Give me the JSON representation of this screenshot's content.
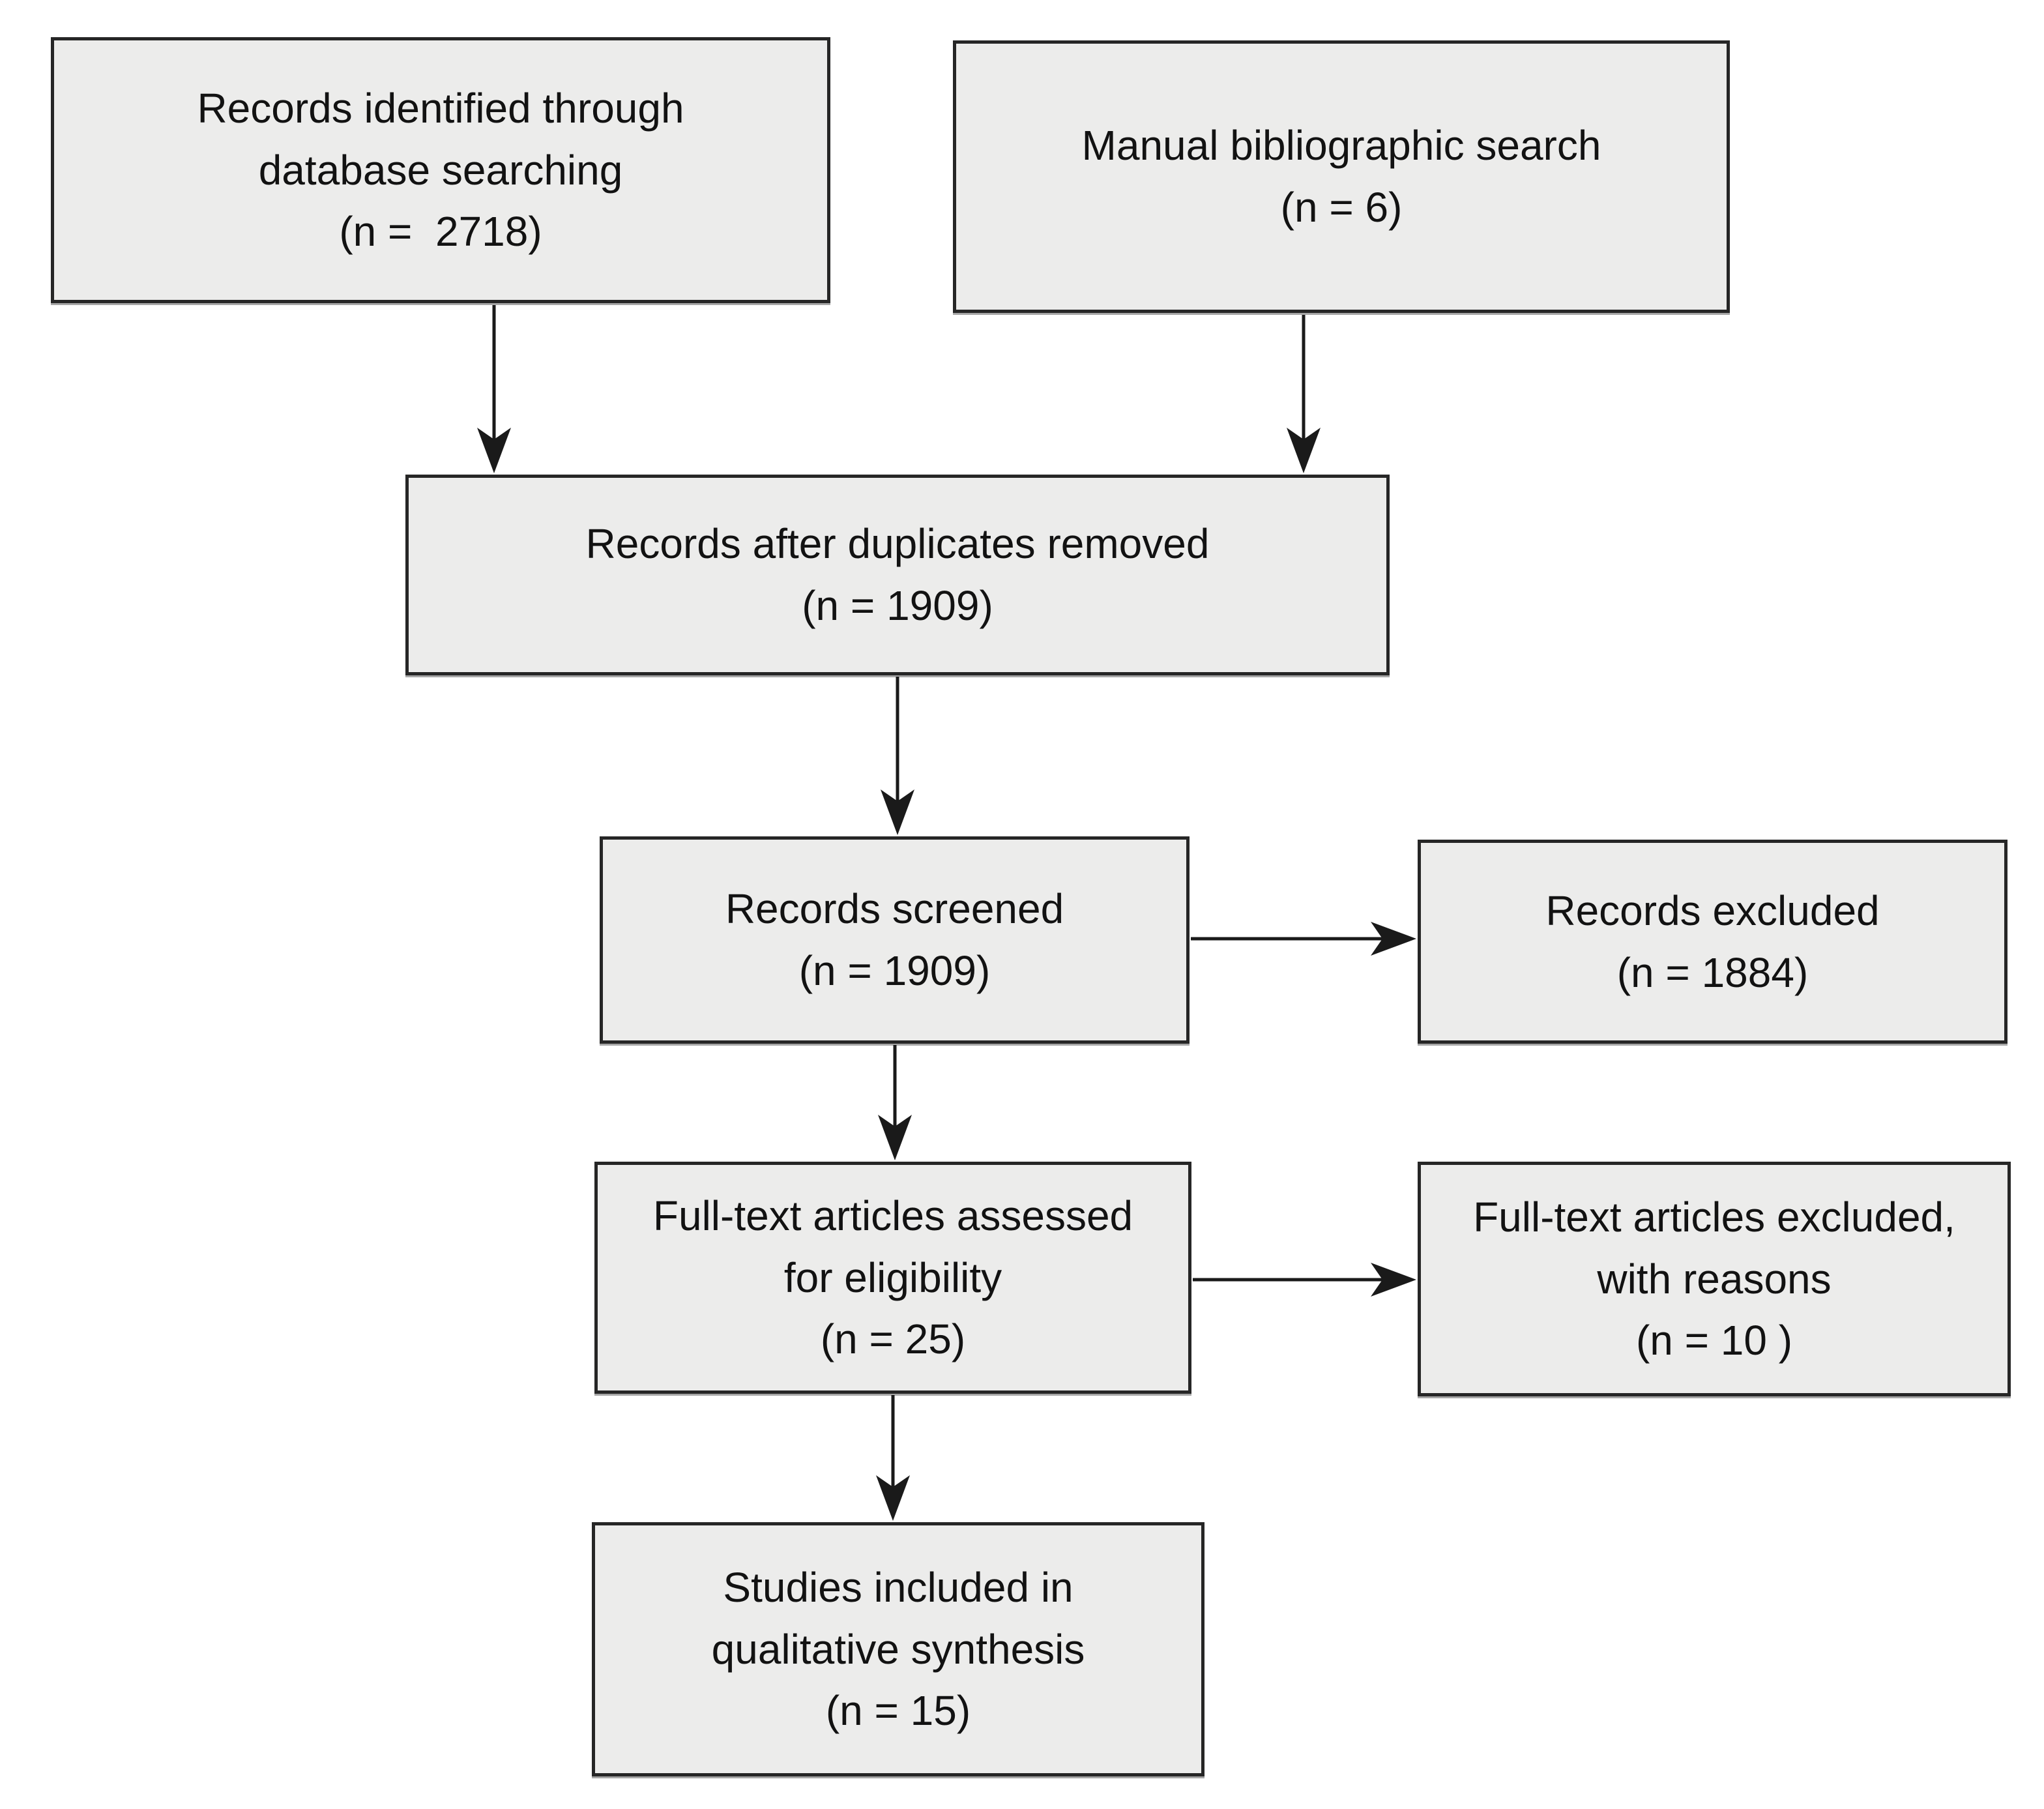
{
  "colors": {
    "background": "#ffffff",
    "box_fill": "#ececeb",
    "box_border": "#262626",
    "arrow": "#1a1a1a",
    "text": "#121212"
  },
  "diagram": {
    "kind": "PRISMA-style study selection flowchart",
    "boxes": {
      "identified": {
        "lines": [
          "Records identified through",
          "database searching",
          "(n =  2718)"
        ]
      },
      "manual": {
        "lines": [
          "Manual bibliographic search",
          "(n = 6)",
          ""
        ]
      },
      "deduplicated": {
        "lines": [
          "Records after duplicates removed",
          "(n = 1909)",
          ""
        ]
      },
      "screened": {
        "lines": [
          "Records screened",
          "(n = 1909)",
          ""
        ]
      },
      "excluded": {
        "lines": [
          "Records excluded",
          "(n = 1884)",
          ""
        ]
      },
      "fulltext": {
        "lines": [
          "Full-text articles assessed",
          "for eligibility",
          "(n = 25)"
        ]
      },
      "fulltext_excluded": {
        "lines": [
          "Full-text articles excluded,",
          "with reasons",
          "(n = 10 )"
        ]
      },
      "included": {
        "lines": [
          "Studies included in",
          "qualitative synthesis",
          "(n = 15)"
        ]
      }
    }
  }
}
